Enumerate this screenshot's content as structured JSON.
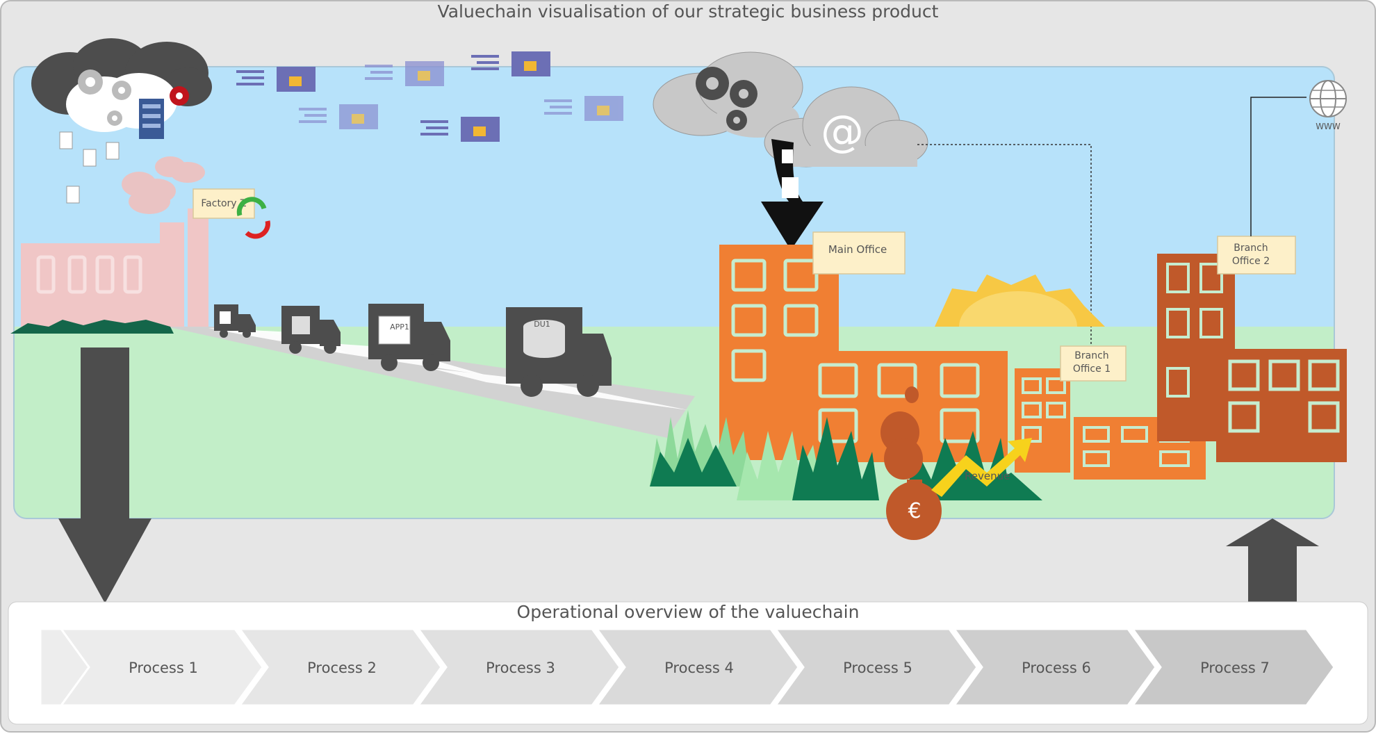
{
  "title": "Valuechain visualisation of our strategic business product",
  "operational_title": "Operational overview of the valuechain",
  "labels": {
    "factory": "Factory Z",
    "main_office": "Main Office",
    "branch1_line1": "Branch",
    "branch1_line2": "Office 1",
    "branch2_line1": "Branch",
    "branch2_line2": "Office 2",
    "revenue": "Revenue",
    "www": "WWW",
    "euro": "€",
    "at": "@",
    "truck_app": "APP1",
    "truck_db": "DU1"
  },
  "processes": [
    "Process 1",
    "Process 2",
    "Process 3",
    "Process 4",
    "Process 5",
    "Process 6",
    "Process 7"
  ],
  "colors": {
    "sky": "#b7e2fa",
    "grass": "#c2eec8",
    "building_orange": "#f07f33",
    "building_brown": "#c0592a",
    "factory_pink": "#f0c6c6",
    "truck_gray": "#4d4d4d",
    "frame_gray": "#e6e6e6",
    "envelope": "#6c6fb5",
    "lock": "#f2b733"
  }
}
